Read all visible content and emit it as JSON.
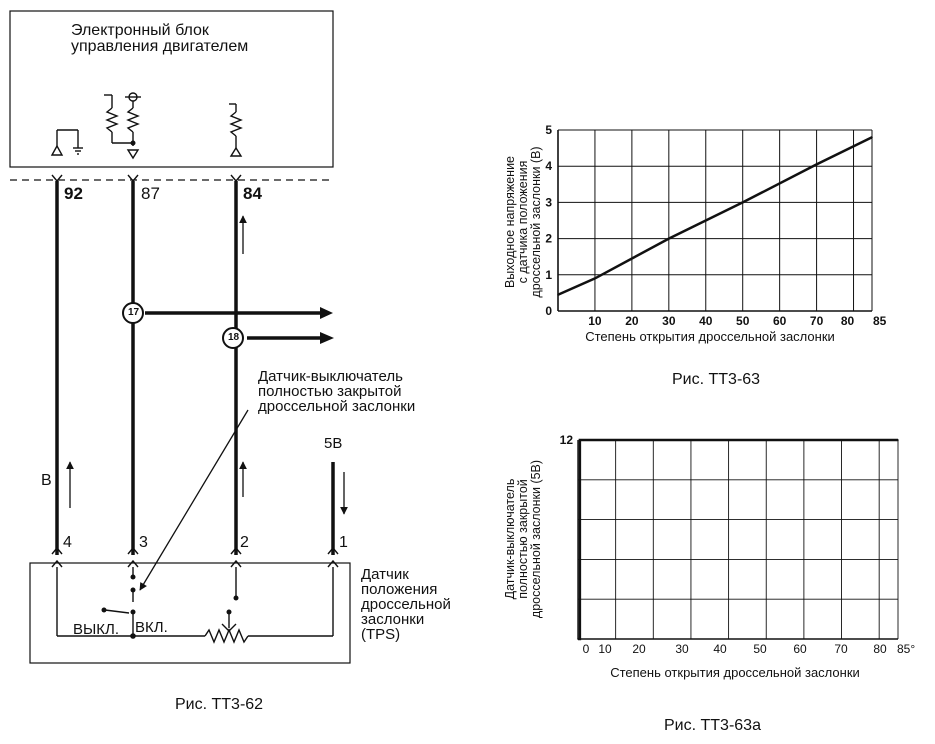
{
  "ecu": {
    "title_line1": "Электронный блок",
    "title_line2": "управления двигателем"
  },
  "ecu_pins": [
    "92",
    "87",
    "84"
  ],
  "junctions": [
    "17",
    "18"
  ],
  "idle_switch_label": {
    "line1": "Датчик-выключатель",
    "line2": "полностью закрытой",
    "line3": "дроссельной заслонки"
  },
  "voltage_label": "5В",
  "ground_label": "В",
  "tps_pins": [
    "4",
    "3",
    "2",
    "1"
  ],
  "switch_states": {
    "off": "ВЫКЛ.",
    "on": "ВКЛ."
  },
  "tps_label": {
    "line1": "Датчик",
    "line2": "положения",
    "line3": "дроссельной",
    "line4": "заслонки",
    "line5": "(TPS)"
  },
  "captions": {
    "fig62": "Рис. ТТ3-62",
    "fig63": "Рис. ТТ3-63",
    "fig63a": "Рис. ТТ3-63а"
  },
  "chart_data": [
    {
      "type": "line",
      "ylabel_lines": [
        "Выходное напряжение",
        "с датчика положения",
        "дроссельной заслонки (В)"
      ],
      "xlabel": "Степень открытия дроссельной заслонки",
      "x_ticks": [
        "10",
        "20",
        "30",
        "40",
        "50",
        "60",
        "70",
        "80",
        "85"
      ],
      "y_ticks": [
        "0",
        "1",
        "2",
        "3",
        "4",
        "5"
      ],
      "xlim": [
        0,
        85
      ],
      "ylim": [
        0,
        5
      ],
      "grid": true,
      "x": [
        0,
        10,
        30,
        50,
        70,
        85
      ],
      "y": [
        0.45,
        0.9,
        2.0,
        3.0,
        4.05,
        4.8
      ]
    },
    {
      "type": "line",
      "ylabel_lines": [
        "Датчик-выключатель",
        "полностью закрытой",
        "дроссельной заслонки (5В)"
      ],
      "xlabel": "Степень открытия дроссельной заслонки",
      "x_ticks": [
        "0",
        "10",
        "20",
        "30",
        "40",
        "50",
        "60",
        "70",
        "80",
        "85°"
      ],
      "y_ticks": [
        "12"
      ],
      "xlim": [
        0,
        85
      ],
      "ylim": [
        0,
        12
      ],
      "grid": true,
      "x": [
        0,
        0.5,
        0.5,
        85
      ],
      "y": [
        0,
        0,
        12,
        12
      ]
    }
  ]
}
